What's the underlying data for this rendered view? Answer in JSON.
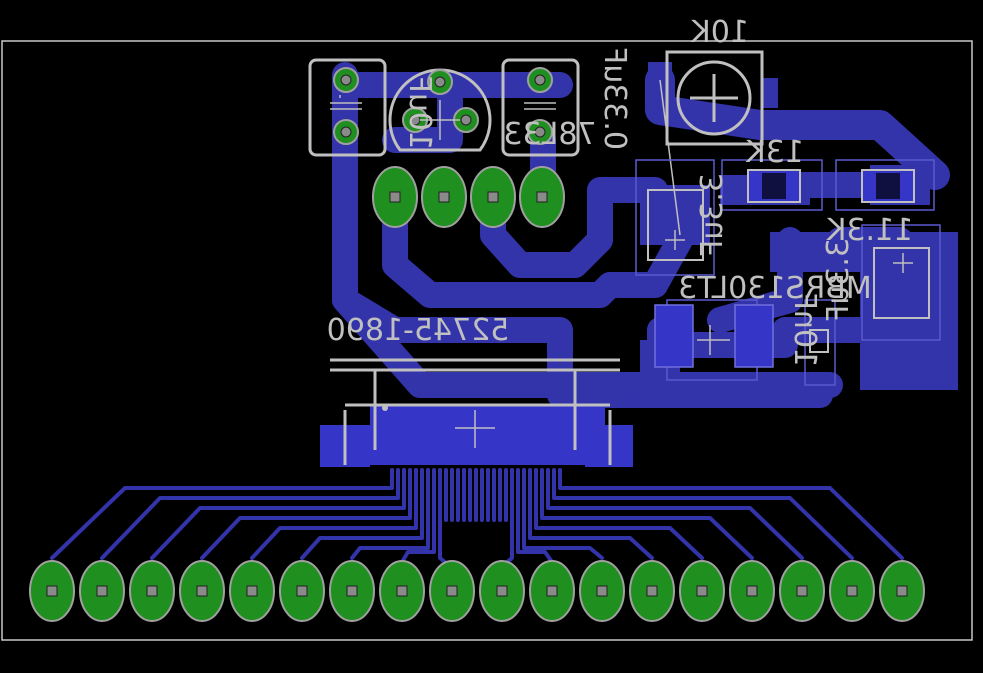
{
  "board": {
    "outline_color": "#c8c8c8",
    "background": "#000000",
    "trace_color": "#3333aa",
    "pad_color": "#1f8f1f"
  },
  "labels": {
    "pot_value": "10K",
    "cap_left": "10uF",
    "cap_right": "0.33uF",
    "regulator": "78L33",
    "resistor_top": "13K",
    "resistor_right": "11.3K",
    "diode": "MBRS130LT3",
    "cap_smd_left": "3.3uF",
    "cap_smd_right": "3.3uF",
    "cap_small": "10nF",
    "connector": "52745-1890"
  },
  "header": {
    "pin_count": 4
  },
  "edge_connector": {
    "pin_count": 18
  }
}
